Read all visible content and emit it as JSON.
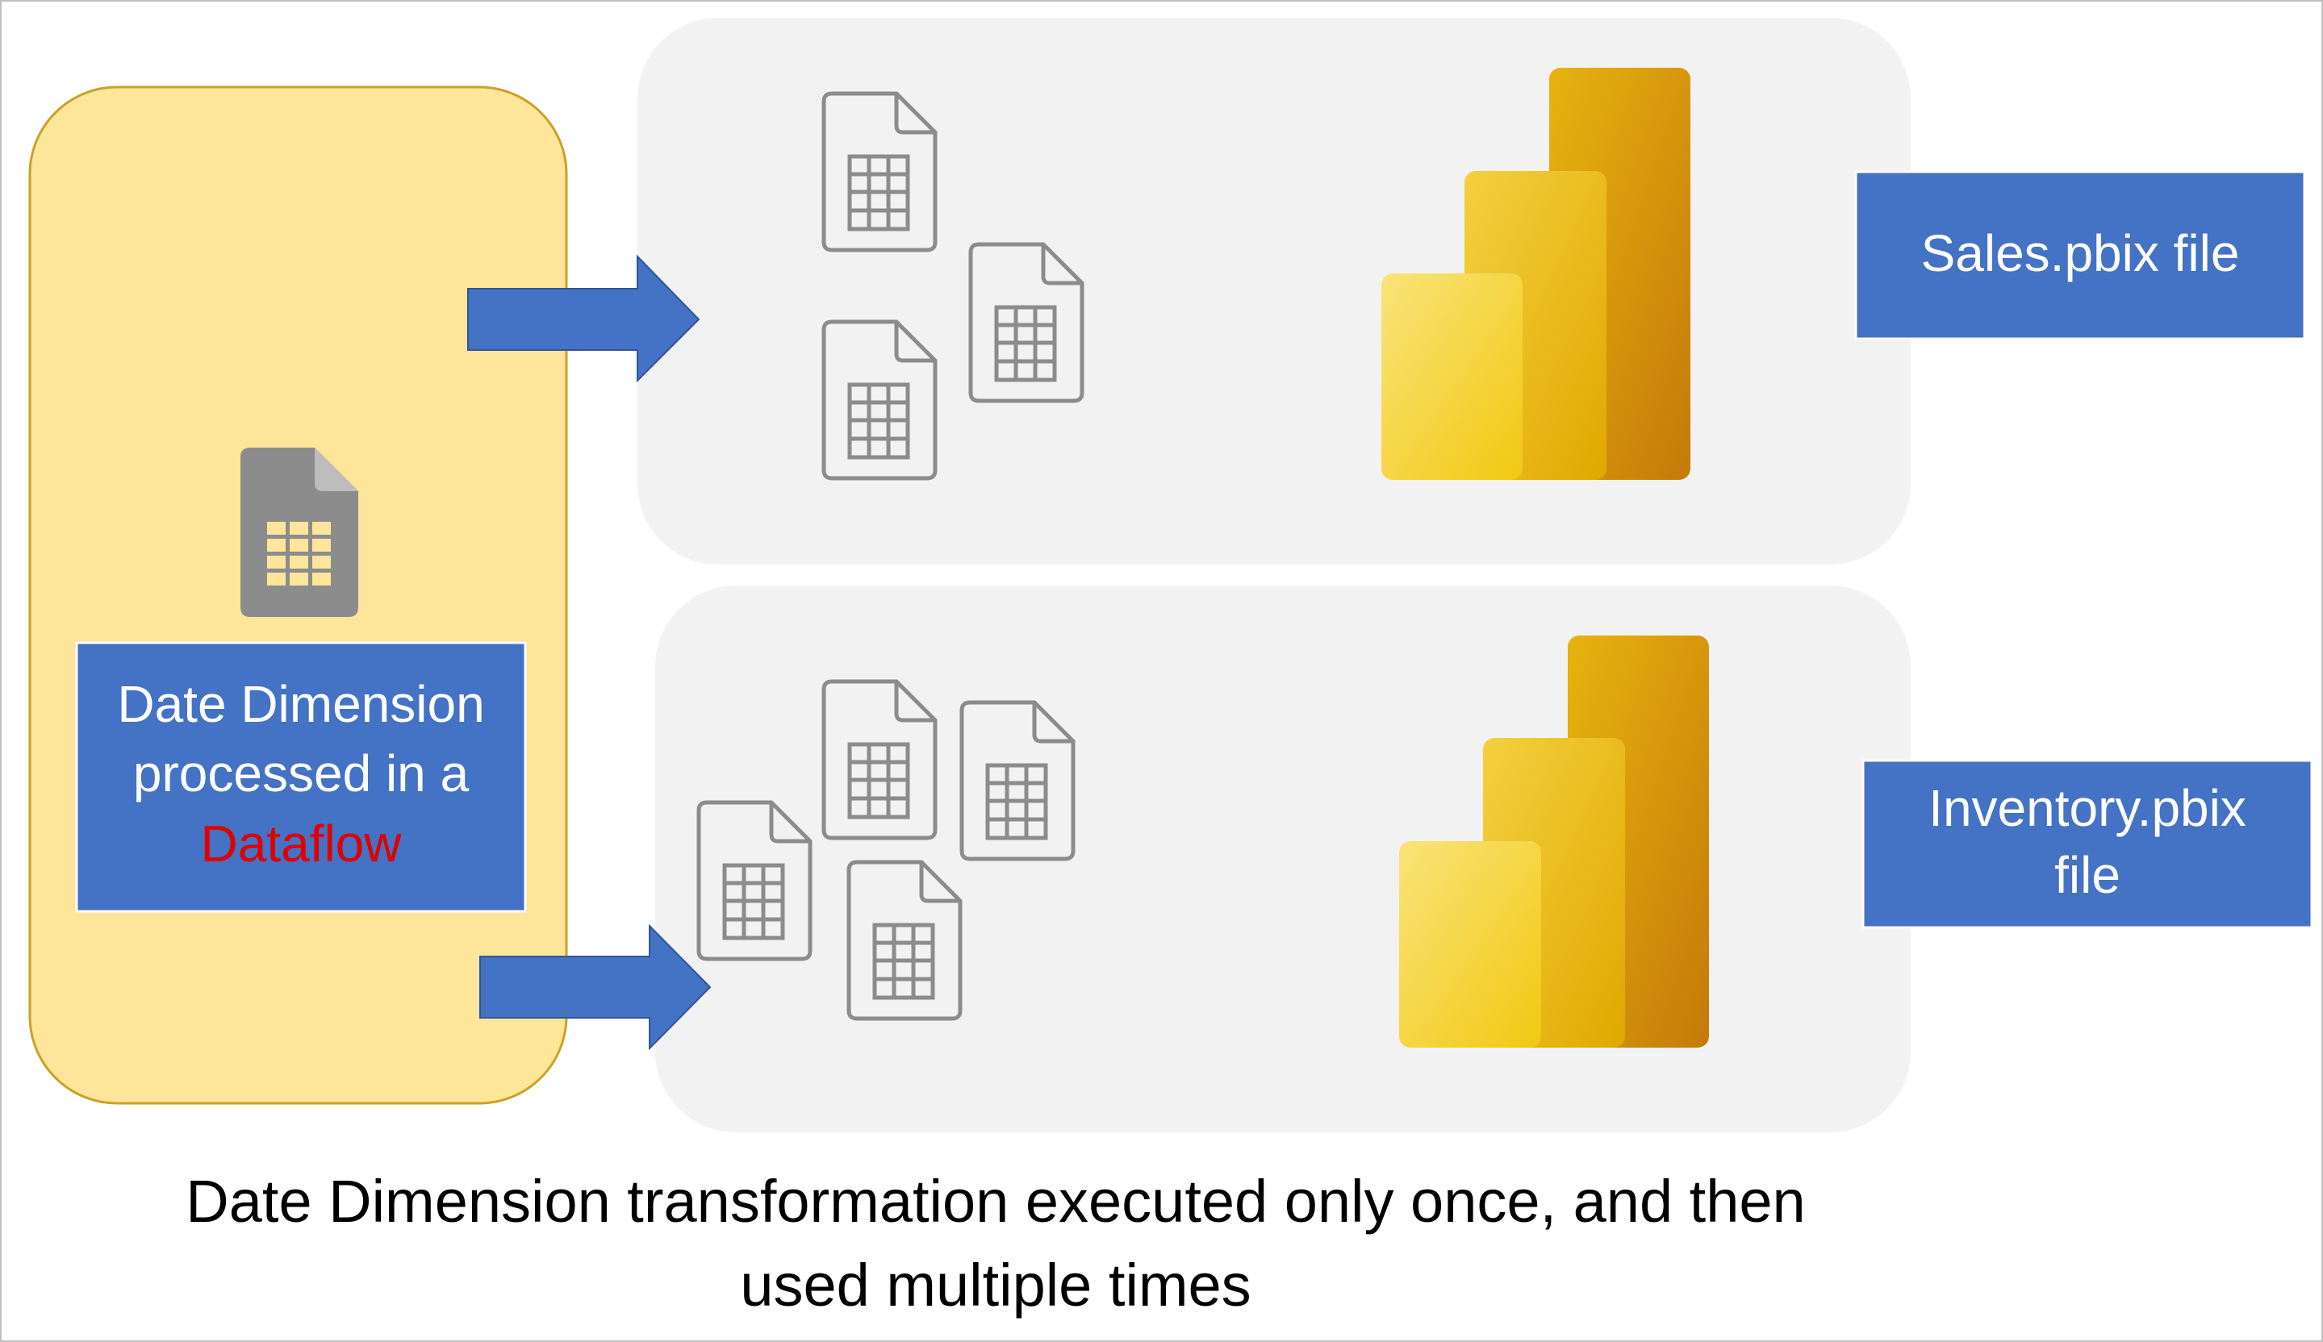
{
  "dataflow": {
    "label_main": "Date Dimension processed in a",
    "label_highlight": "Dataflow"
  },
  "reports": [
    {
      "label": "Sales.pbix file"
    },
    {
      "label": "Inventory.pbix file"
    }
  ],
  "caption": "Date Dimension transformation executed only once, and then used multiple times",
  "colors": {
    "dataflow_fill": "#fde59a",
    "dataflow_border": "#c9a227",
    "panel_fill": "#f2f2f2",
    "label_fill": "#4472c4",
    "arrow_fill": "#4472c4",
    "highlight_text": "#e00000",
    "table_icon_stroke": "#8c8c8c",
    "table_icon_solid": "#8c8c8c",
    "table_icon_cells": "#fde59a"
  },
  "icons": [
    "table-file-icon",
    "power-bi-logo"
  ]
}
